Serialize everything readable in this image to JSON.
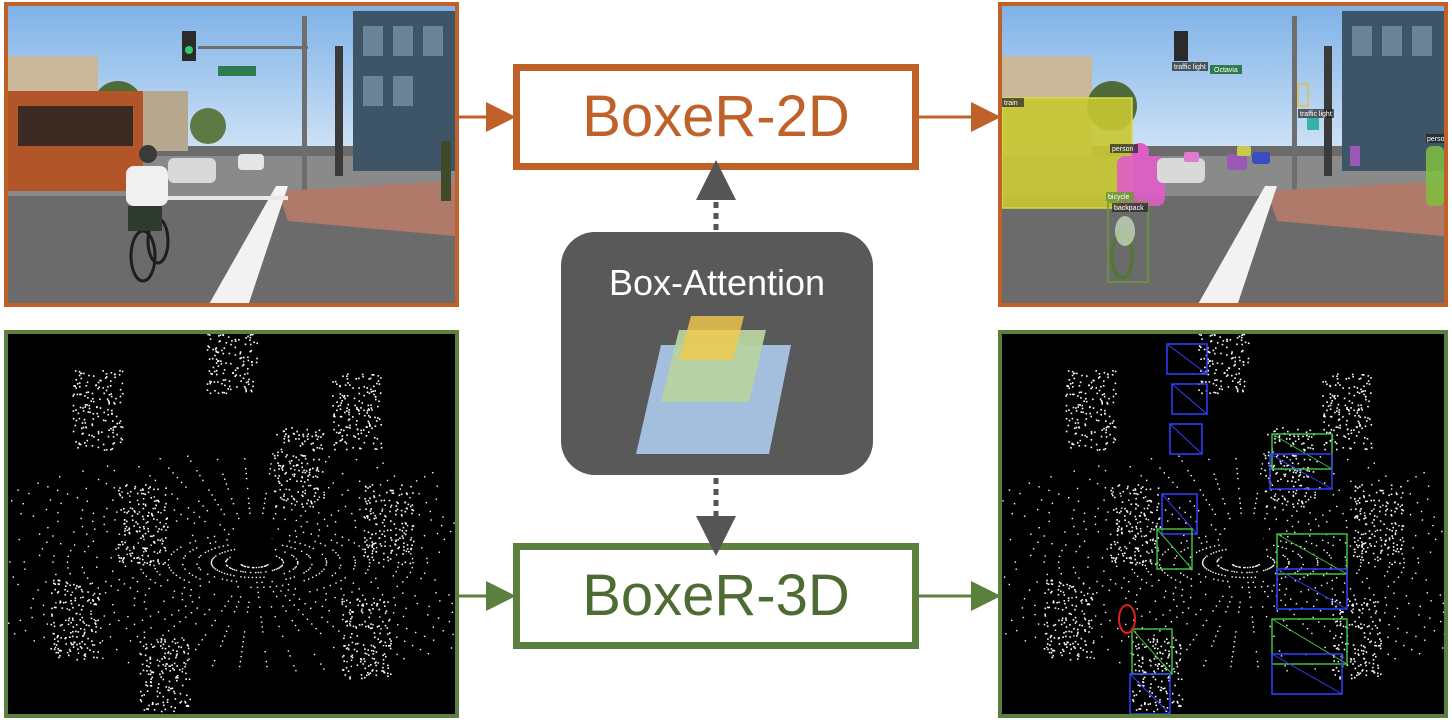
{
  "models": {
    "top": {
      "label": "BoxeR-2D",
      "color": "#c0612a"
    },
    "bottom": {
      "label": "BoxeR-3D",
      "color": "#5b7f3c"
    }
  },
  "attention": {
    "title": "Box-Attention",
    "card_color": "#595959",
    "box_colors": [
      "#a9c4e6",
      "#b7d3a0",
      "#f2c94c"
    ]
  },
  "detections_2d": {
    "labels": [
      "traffic light",
      "Octavia",
      "person",
      "bicycle",
      "backpack",
      "train",
      "traffic light",
      "person"
    ]
  }
}
